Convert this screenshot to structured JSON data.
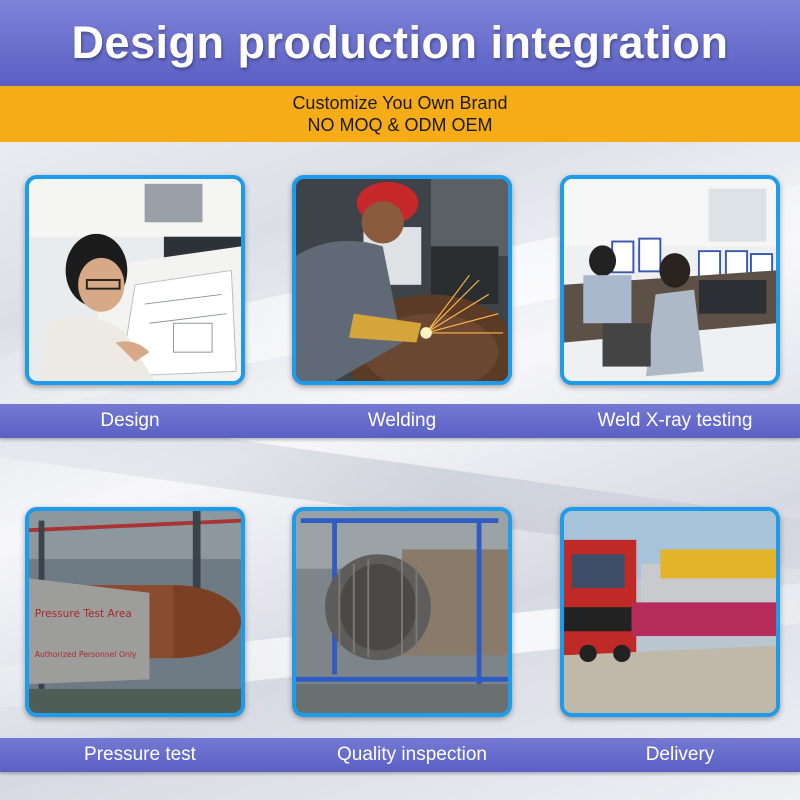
{
  "header": {
    "title": "Design production integration",
    "subtitle_line1": "Customize You Own Brand",
    "subtitle_line2": "NO MOQ & ODM OEM"
  },
  "steps": [
    {
      "label": "Design"
    },
    {
      "label": "Welding"
    },
    {
      "label": "Weld X-ray testing"
    },
    {
      "label": "Pressure test"
    },
    {
      "label": "Quality inspection"
    },
    {
      "label": "Delivery"
    }
  ],
  "photo_text": {
    "pressure_sign_1": "Pressure Test Area",
    "pressure_sign_2": "Authorized Personnel Only"
  },
  "colors": {
    "title_band": "#5a5fc4",
    "subtitle_band": "#f5ac16",
    "tile_border": "#1e9bea",
    "label_band": "#5b60c4"
  }
}
